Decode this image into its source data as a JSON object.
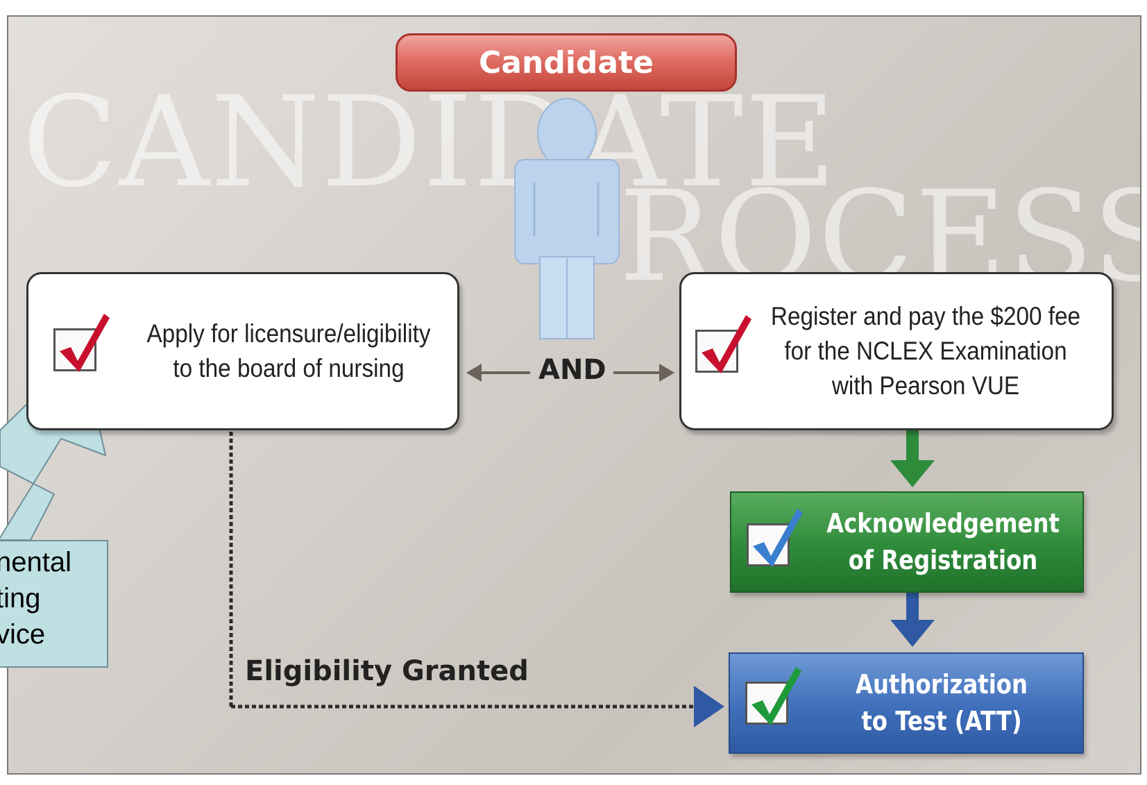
{
  "watermark": {
    "line1": "CANDIDATE",
    "line2": "ROCESS"
  },
  "header": {
    "candidate_label": "Candidate"
  },
  "steps": {
    "apply": [
      "Apply for licensure/eligibility",
      "to the board of nursing"
    ],
    "register": [
      "Register and pay the $200 fee",
      "for the NCLEX Examination",
      "with Pearson VUE"
    ],
    "acknowledgement": [
      "Acknowledgement",
      "of Registration"
    ],
    "authorization": [
      "Authorization",
      "to Test (ATT)"
    ]
  },
  "connectors": {
    "and_label": "AND",
    "eligibility_label": "Eligibility Granted"
  },
  "callout": {
    "lines": [
      "nental",
      "ting",
      "vice"
    ]
  },
  "colors": {
    "candidate": "#d2574c",
    "acknowledgement": "#2e8b3a",
    "authorization": "#3f6fba",
    "callout": "#bfe0e3",
    "check_red": "#c8102e",
    "check_blue": "#3a7fcf",
    "check_green": "#1f9a3a"
  },
  "icons": [
    "person-icon",
    "checkbox-icon",
    "arrow-icon"
  ]
}
